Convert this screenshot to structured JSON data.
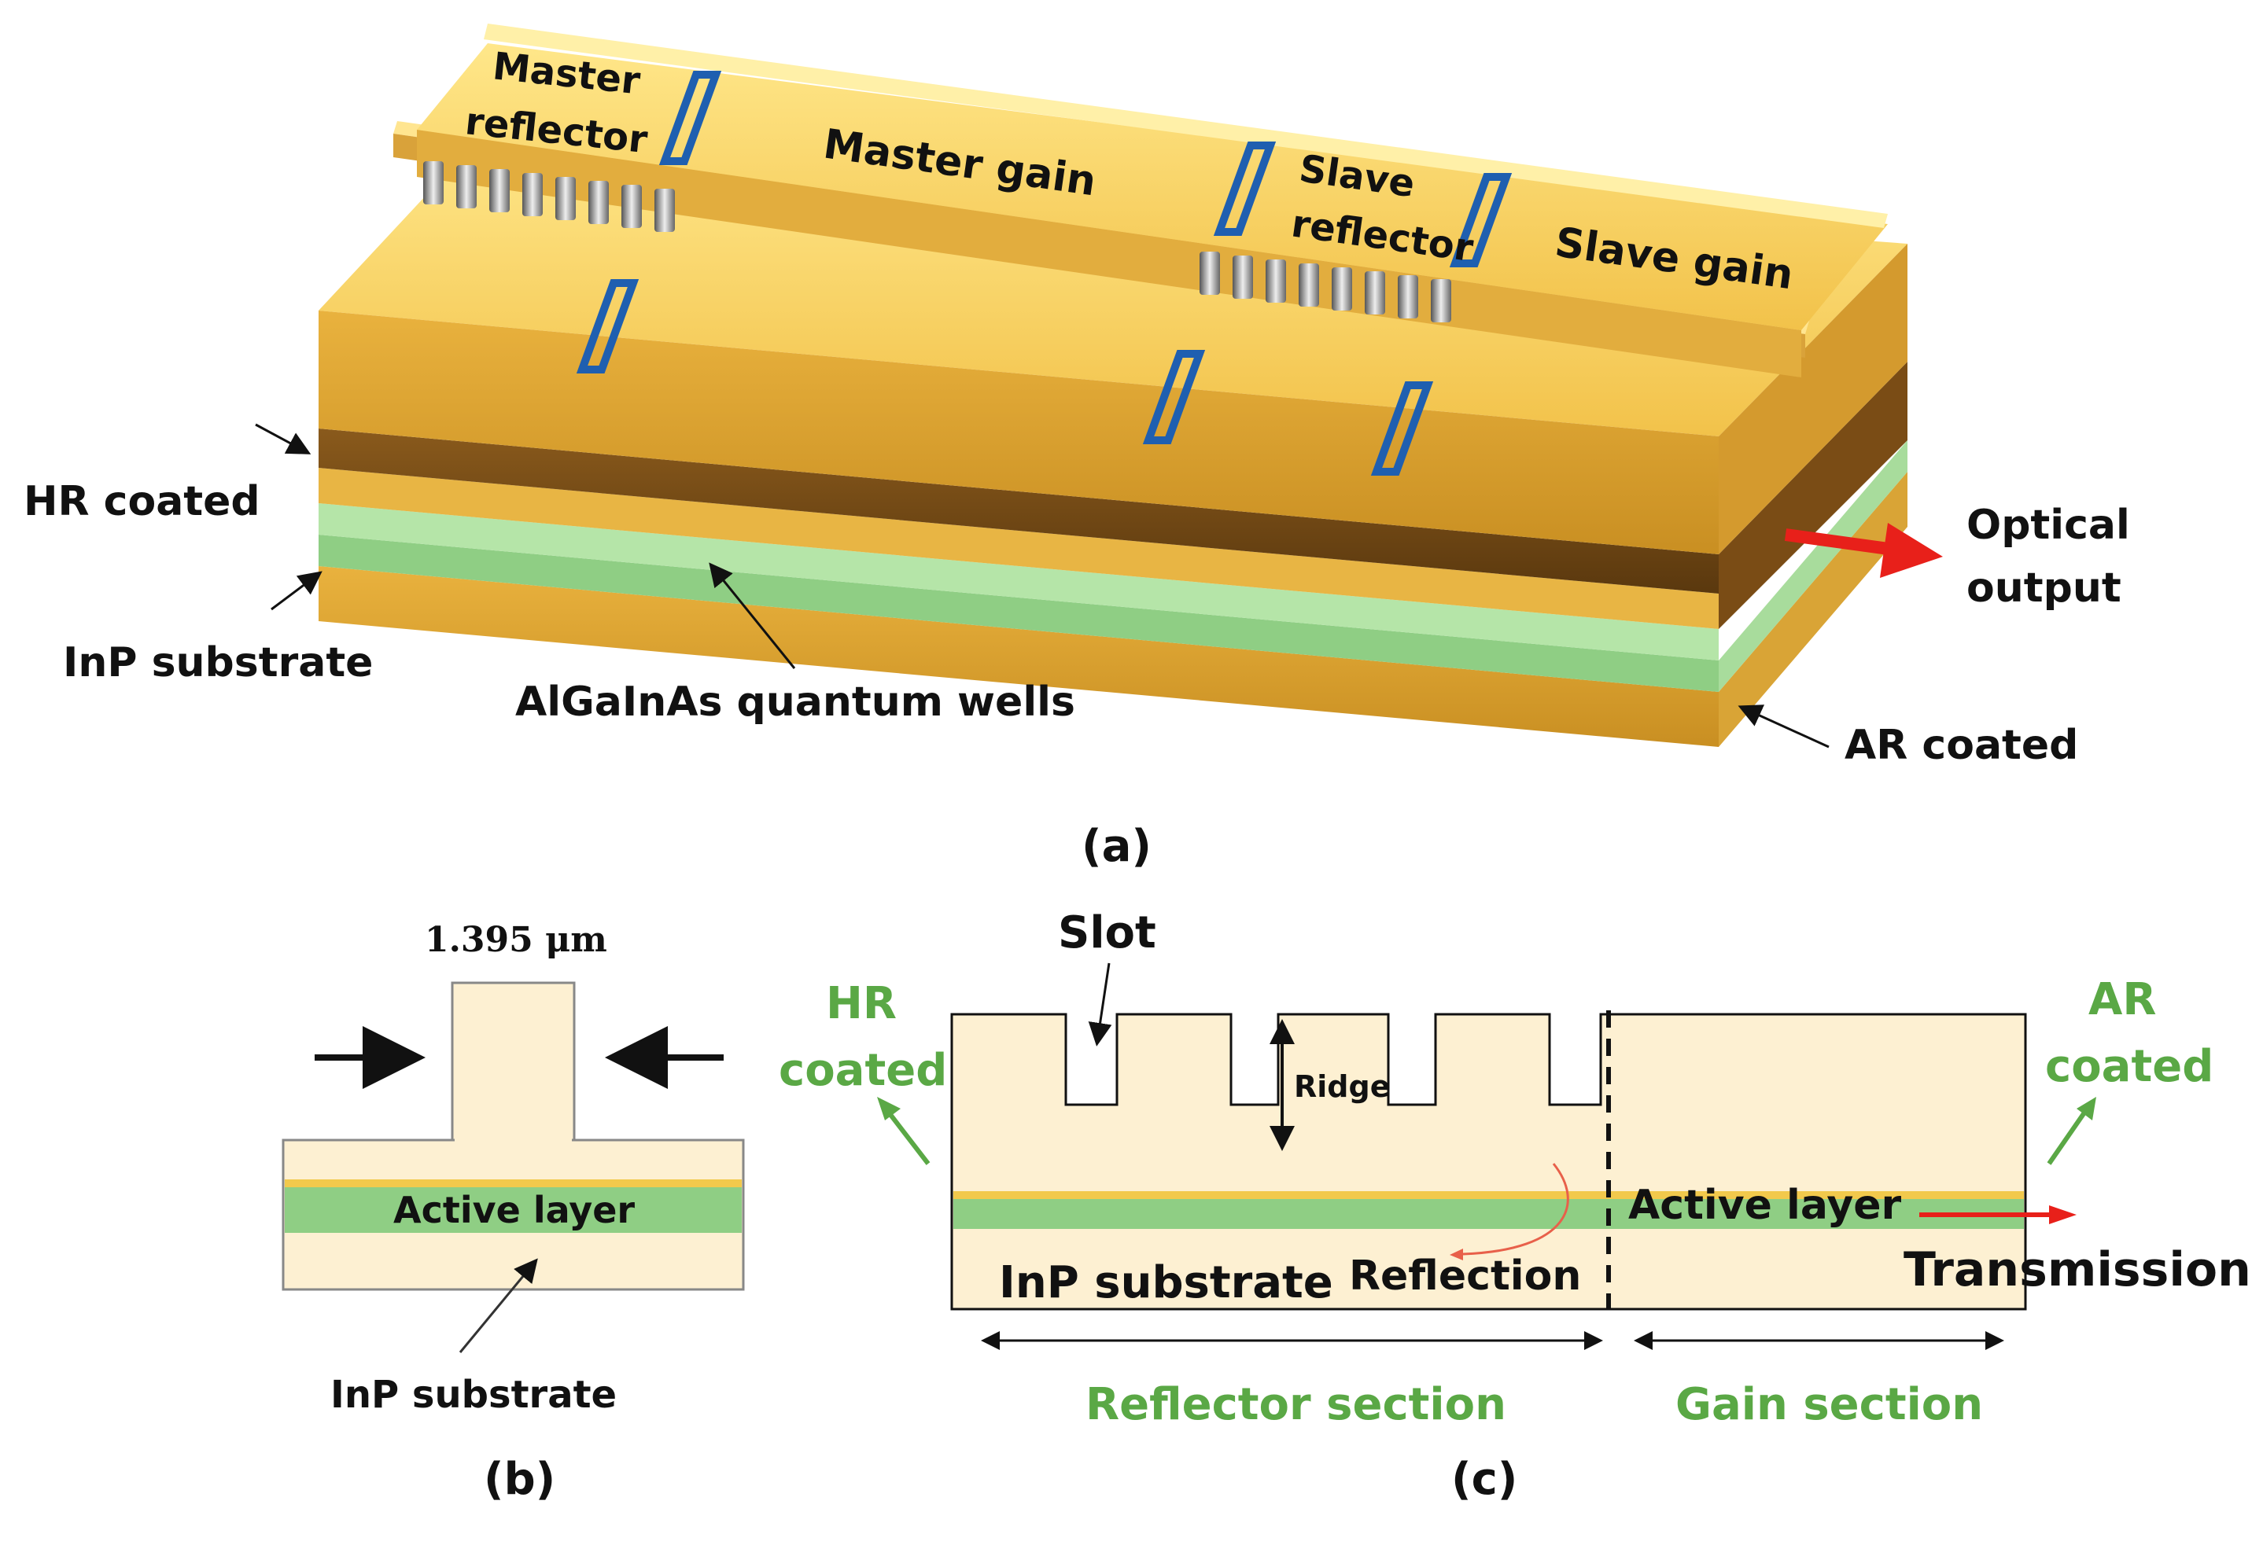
{
  "figure": {
    "panel_a": {
      "caption": "(a)",
      "master_reflector": [
        "Master",
        "reflector"
      ],
      "master_gain": "Master gain",
      "slave_reflector": [
        "Slave",
        "reflector"
      ],
      "slave_gain": "Slave gain",
      "hr_coated": "HR coated",
      "inp_substrate": "InP substrate",
      "quantum_wells": "AlGaInAs quantum wells",
      "optical_output": [
        "Optical",
        "output"
      ],
      "ar_coated": "AR coated"
    },
    "panel_b": {
      "caption": "(b)",
      "width": "1.395 μm",
      "active_layer": "Active layer",
      "inp_substrate": "InP substrate"
    },
    "panel_c": {
      "caption": "(c)",
      "slot": "Slot",
      "ridge": "Ridge",
      "hr_coated": [
        "HR",
        "coated"
      ],
      "ar_coated": [
        "AR",
        "coated"
      ],
      "active_layer": "Active layer",
      "transmission": "Transmission",
      "reflection": "Reflection",
      "inp_substrate": "InP substrate",
      "reflector_section": "Reflector section",
      "gain_section": "Gain section"
    }
  },
  "colors": {
    "gold": "#f2c94c",
    "gold_light": "#ffe07a",
    "gold_dark": "#c9962a",
    "brown": "#6b4312",
    "cream": "#fdf0d2",
    "active_green": "#8fce84",
    "label_green": "#5aa845",
    "slot_blue": "#1f5fb0",
    "arrow_red": "#e8201a"
  }
}
